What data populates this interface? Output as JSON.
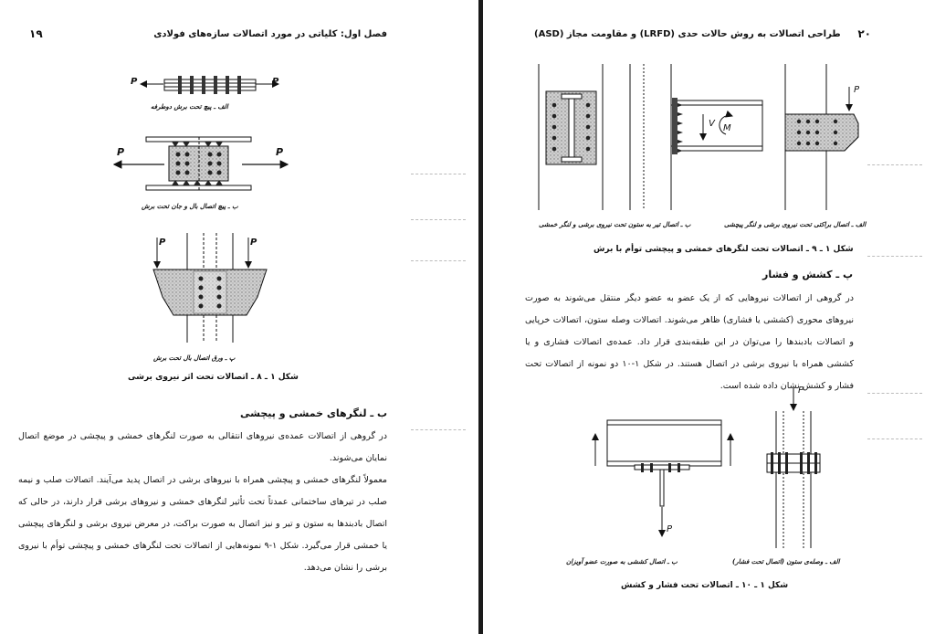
{
  "left": {
    "page_number": "۱۹",
    "header": "فصل اول: کلیاتی در مورد اتصالات سازه‌های فولادی",
    "fig_a_caption": "الف ـ پیچ تحت برش دوطرفه",
    "fig_b_caption": "ب ـ پیچ اتصال بال و جان تحت برش",
    "fig_c_caption": "پ ـ ورق اتصال بال تحت برش",
    "figure_title": "شکل ۱ ـ ۸ ـ اتصالات تحت اثر نیروی برشی",
    "load_label": "P",
    "section_title": "ب ـ لنگرهای خمشی و پیچشی",
    "para1": "در گروهی از اتصالات عمده‌ی نیروهای انتقالی به صورت لنگرهای خمشی و پیچشی در موضع اتصال نمایان می‌شوند.",
    "para2": "معمولاً لنگرهای خمشی و پیچشی همراه با نیروهای برشی در اتصال پدید می‌آیند. اتصالات صلب و نیمه صلب در تیرهای ساختمانی عمدتاً تحت تأثیر لنگرهای خمشی و نیروهای برشی قرار دارند، در حالی که اتصال بادبندها به ستون و تیر و نیز اتصال به صورت براکت، در معرض نیروی برشی و لنگرهای پیچشی یا خمشی قرار می‌گیرد. شکل ۱-۹ نمونه‌هایی از اتصالات تحت لنگرهای خمشی و پیچشی توأم با نیروی برشی را نشان می‌دهد."
  },
  "right": {
    "page_number": "۲۰",
    "header": "طراحی اتصالات به روش حالات حدی (LRFD) و مقاومت مجاز (ASD)",
    "fig9_caption_a": "الف ـ اتصال براکتی تحت نیروی برشی و لنگر پیچشی",
    "fig9_caption_b": "ب ـ اتصال تیر به ستون تحت نیروی برشی و لنگر خمشی",
    "fig9_title": "شکل ۱ ـ ۹ ـ اتصالات تحت لنگرهای خمشی و پیچشی توأم با برش",
    "fig9_V": "V",
    "fig9_M": "M",
    "load_label": "P",
    "section_title": "پ ـ کشش و فشار",
    "para": "در گروهی از اتصالات نیروهایی که از یک عضو به عضو دیگر منتقل می‌شوند به صورت نیروهای محوری (کششی یا فشاری) ظاهر می‌شوند. اتصالات وصله ستون، اتصالات خرپایی و اتصالات بادبندها را می‌توان در این طبقه‌بندی قرار داد. عمده‌ی اتصالات فشاری و یا کششی همراه با نیروی برشی در اتصال هستند. در شکل ۱-۱۰ دو نمونه از اتصالات تحت فشار و کشش نشان داده شده است.",
    "fig10_caption_a": "الف ـ وصله‌ی ستون (اتصال تحت فشار)",
    "fig10_caption_b": "ب ـ اتصال کششی به صورت عضو آویزان",
    "fig10_title": "شکل ۱ ـ ۱۰ ـ اتصالات تحت فشار و کشش"
  }
}
